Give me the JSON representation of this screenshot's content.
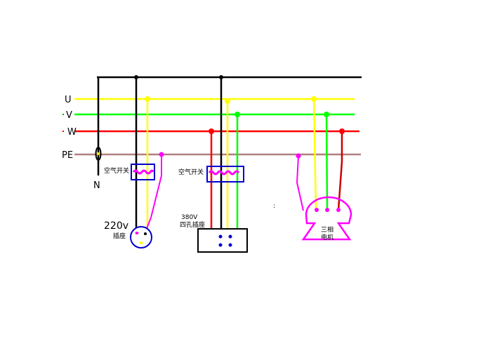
{
  "bus_labels": {
    "u": "U",
    "v": "V",
    "w": "W",
    "pe": "PE",
    "n": "N"
  },
  "left_device": {
    "breaker_label": "空气开关",
    "voltage": "220v",
    "socket_label": "插座"
  },
  "mid_device": {
    "breaker_label": "空气开关",
    "voltage": "380V",
    "socket_label": "四孔插座"
  },
  "motor": {
    "label_line1": "三相",
    "label_line2": "电机"
  },
  "stray_mark": ":",
  "colors": {
    "neutral": "#000000",
    "u": "#ffff00",
    "v": "#00ff00",
    "w": "#ff0000",
    "pe": "#b08080",
    "ground_wire": "#ff00ff",
    "breaker_box": "#0000cc"
  }
}
